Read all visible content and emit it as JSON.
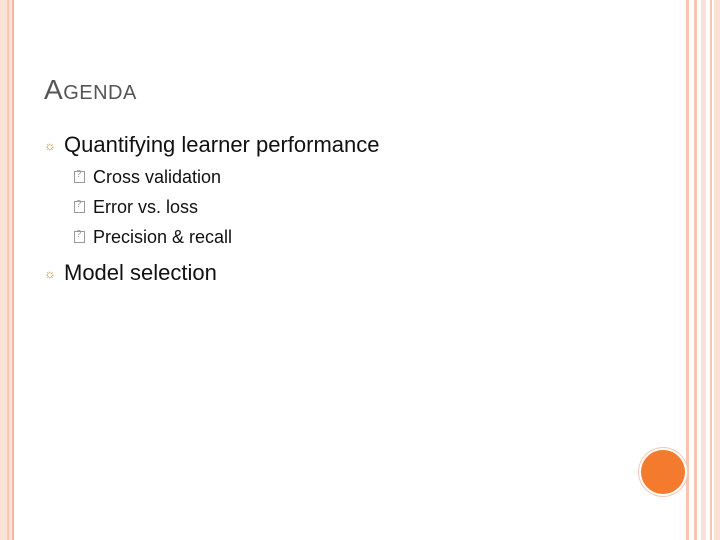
{
  "slide": {
    "title_first": "A",
    "title_rest": "GENDA",
    "items": [
      {
        "label": "Quantifying learner performance",
        "subitems": [
          "Cross validation",
          "Error vs. loss",
          "Precision & recall"
        ]
      },
      {
        "label": "Model selection"
      }
    ]
  },
  "icons": {
    "bullet_l1": "sun-bullet-icon",
    "bullet_l2": "missing-glyph-box-icon"
  },
  "colors": {
    "accent": "#f47a2d",
    "border": "#f6c6b0",
    "title": "#555555",
    "text": "#111111"
  }
}
